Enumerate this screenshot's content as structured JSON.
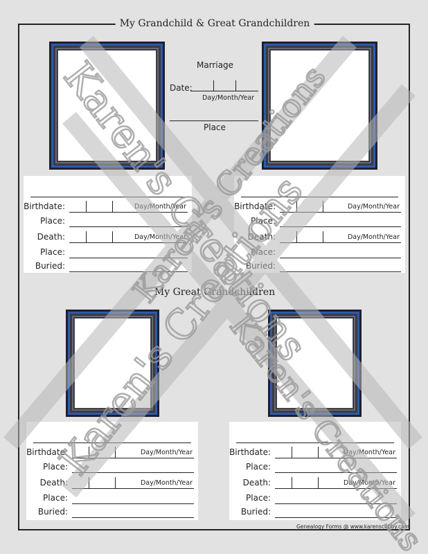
{
  "titles": {
    "top": "My Grandchild & Great Grandchildren",
    "middle": "My Great Grandchildren"
  },
  "marriage": {
    "heading": "Marriage",
    "date_label": "Date:",
    "date_format": "Day/Month/Year",
    "place_label": "Place"
  },
  "person_card": {
    "birthdate_label": "Birthdate:",
    "place_label": "Place:",
    "death_label": "Death:",
    "buried_label": "Buried:",
    "date_format": "Day/Month/Year"
  },
  "footer": "Genealogy Forms @ www.karenscubby.com",
  "watermark": {
    "text": "Karen's Creations",
    "color": "#b8b8b8"
  },
  "colors": {
    "background": "#e2e2e2",
    "frame_blue": "#2e5aa8",
    "frame_dark": "#1e2030"
  }
}
